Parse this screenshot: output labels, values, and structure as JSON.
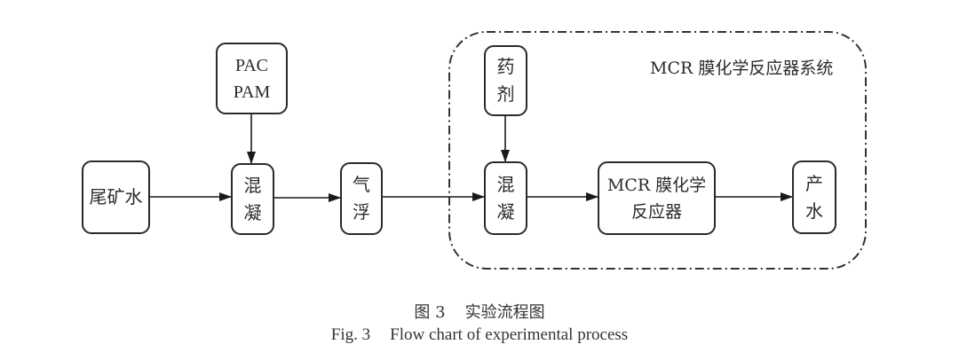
{
  "diagram": {
    "type": "flowchart",
    "region": {
      "title": "MCR 膜化学反应器系统",
      "style": "dash-dot"
    },
    "nodes": [
      {
        "id": "tailings-water",
        "label": "尾矿水"
      },
      {
        "id": "pac-pam",
        "label": "PAC\nPAM"
      },
      {
        "id": "coagulation-1",
        "label": "混\n凝"
      },
      {
        "id": "air-flotation",
        "label": "气\n浮"
      },
      {
        "id": "reagent",
        "label": "药\n剂"
      },
      {
        "id": "coagulation-2",
        "label": "混\n凝"
      },
      {
        "id": "mcr-reactor",
        "label": "MCR 膜化学\n反应器"
      },
      {
        "id": "product-water",
        "label": "产\n水"
      }
    ],
    "edges": [
      {
        "from": "tailings-water",
        "to": "coagulation-1"
      },
      {
        "from": "pac-pam",
        "to": "coagulation-1"
      },
      {
        "from": "coagulation-1",
        "to": "air-flotation"
      },
      {
        "from": "air-flotation",
        "to": "coagulation-2"
      },
      {
        "from": "reagent",
        "to": "coagulation-2"
      },
      {
        "from": "coagulation-2",
        "to": "mcr-reactor"
      },
      {
        "from": "mcr-reactor",
        "to": "product-water"
      }
    ]
  },
  "caption": {
    "cn_number": "图 3",
    "cn_title": "实验流程图",
    "en_number": "Fig. 3",
    "en_title": "Flow chart of experimental process"
  }
}
